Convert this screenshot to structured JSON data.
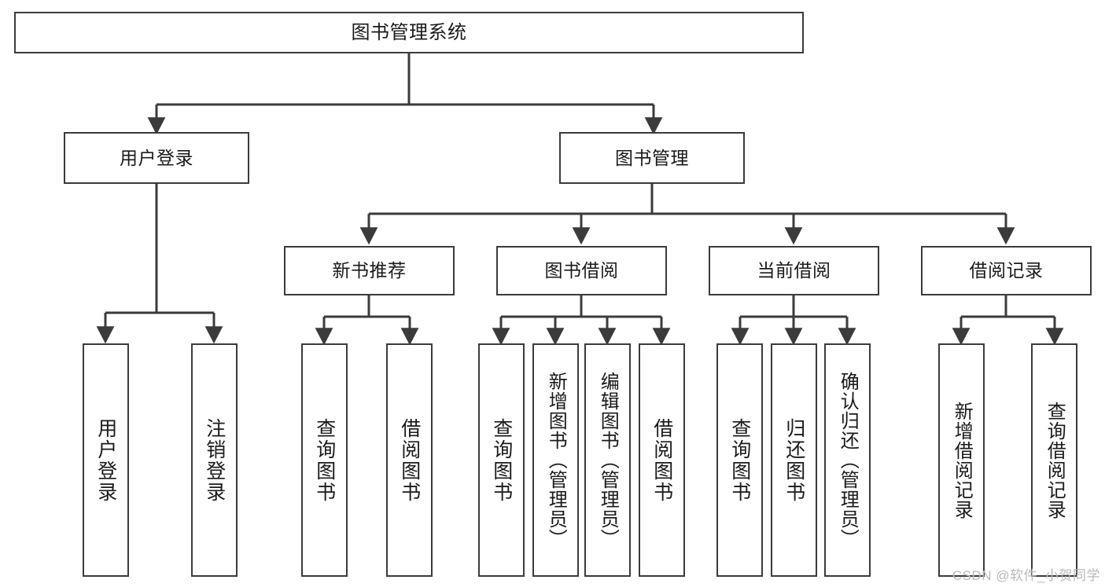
{
  "diagram": {
    "title": "图书管理系统",
    "style": {
      "box_border_color": "#3b3b3b",
      "box_fill_color": "#ffffff",
      "edge_color": "#3b3b3b",
      "text_color": "#1a1a1a",
      "background": "#ffffff"
    },
    "root": {
      "label": "图书管理系统"
    },
    "level2": [
      {
        "label": "用户登录"
      },
      {
        "label": "图书管理"
      }
    ],
    "level3": [
      {
        "label": "新书推荐"
      },
      {
        "label": "图书借阅"
      },
      {
        "label": "当前借阅"
      },
      {
        "label": "借阅记录"
      }
    ],
    "leaves": {
      "user_login": [
        {
          "label": "用户登录"
        },
        {
          "label": "注销登录"
        }
      ],
      "new_book_recommend": [
        {
          "label": "查询图书"
        },
        {
          "label": "借阅图书"
        }
      ],
      "book_borrow": [
        {
          "label": "查询图书"
        },
        {
          "label": "新增图书（管理员）"
        },
        {
          "label": "编辑图书（管理员）"
        },
        {
          "label": "借阅图书"
        }
      ],
      "current_borrow": [
        {
          "label": "查询图书"
        },
        {
          "label": "归还图书"
        },
        {
          "label": "确认归还（管理员）"
        }
      ],
      "borrow_record": [
        {
          "label": "新增借阅记录"
        },
        {
          "label": "查询借阅记录"
        }
      ]
    }
  },
  "watermark": {
    "text": "CSDN @软件_小贺同学"
  }
}
